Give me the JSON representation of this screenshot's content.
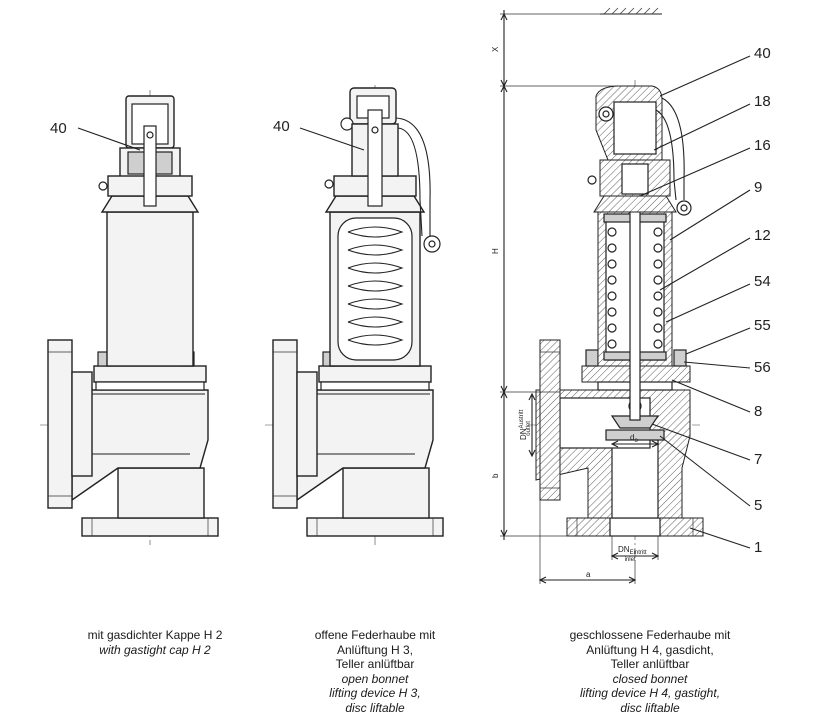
{
  "callouts": {
    "left_40": "40",
    "middle_40": "40",
    "right": [
      "40",
      "18",
      "16",
      "9",
      "12",
      "54",
      "55",
      "56",
      "8",
      "7",
      "5",
      "1"
    ]
  },
  "dimensions": {
    "x": "X",
    "h": "H",
    "b": "b",
    "a": "a",
    "d0": "d",
    "d0_sub": "o",
    "dn_outlet_main": "DN",
    "dn_outlet_sub1": "Austritt",
    "dn_outlet_sub2": "outlet",
    "dn_inlet_main": "DN",
    "dn_inlet_sub1": "Eintritt",
    "dn_inlet_sub2": "inlet"
  },
  "captions": {
    "left": {
      "de": [
        "mit gasdichter Kappe H 2"
      ],
      "en": [
        "with gastight cap H 2"
      ]
    },
    "middle": {
      "de": [
        "offene Federhaube mit",
        "Anlüftung H 3,",
        "Teller anlüftbar"
      ],
      "en": [
        "open bonnet",
        "lifting device H 3,",
        "disc liftable"
      ]
    },
    "right": {
      "de": [
        "geschlossene Federhaube mit",
        "Anlüftung H 4, gasdicht,",
        "Teller anlüftbar"
      ],
      "en": [
        "closed bonnet",
        "lifting device H 4, gastight,",
        "disc liftable"
      ]
    }
  }
}
